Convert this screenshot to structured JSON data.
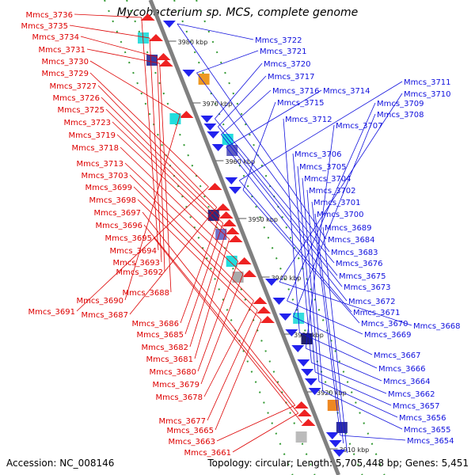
{
  "title": "Mycobacterium sp. MCS, complete genome",
  "footer": {
    "accession": "Accession: NC_008146",
    "summary": "Topology: circular; Length: 5,705,448 bp; Genes: 5,451"
  },
  "colors": {
    "left_label": "#dd0000",
    "right_label": "#1010dd",
    "backbone": "#808080",
    "dot": "#339933",
    "kbp_text": "#222222"
  },
  "scale_marks": [
    {
      "label": "3980 kbp"
    },
    {
      "label": "3970 kbp"
    },
    {
      "label": "3960 kbp"
    },
    {
      "label": "3950 kbp"
    },
    {
      "label": "3940 kbp"
    },
    {
      "label": "3930 kbp"
    },
    {
      "label": "3920 kbp"
    },
    {
      "label": "3910 kbp"
    }
  ],
  "left_genes": [
    "Mmcs_3736",
    "Mmcs_3735",
    "Mmcs_3734",
    "Mmcs_3731",
    "Mmcs_3730",
    "Mmcs_3729",
    "Mmcs_3727",
    "Mmcs_3726",
    "Mmcs_3725",
    "Mmcs_3723",
    "Mmcs_3719",
    "Mmcs_3718",
    "Mmcs_3713",
    "Mmcs_3703",
    "Mmcs_3699",
    "Mmcs_3698",
    "Mmcs_3697",
    "Mmcs_3696",
    "Mmcs_3695",
    "Mmcs_3694",
    "Mmcs_3693",
    "Mmcs_3692",
    "Mmcs_3688",
    "Mmcs_3690",
    "Mmcs_3691",
    "Mmcs_3687",
    "Mmcs_3686",
    "Mmcs_3685",
    "Mmcs_3682",
    "Mmcs_3681",
    "Mmcs_3680",
    "Mmcs_3679",
    "Mmcs_3678",
    "Mmcs_3677",
    "Mmcs_3665",
    "Mmcs_3663",
    "Mmcs_3661"
  ],
  "right_genes": [
    "Mmcs_3722",
    "Mmcs_3721",
    "Mmcs_3720",
    "Mmcs_3717",
    "Mmcs_3716",
    "Mmcs_3714",
    "Mmcs_3711",
    "Mmcs_3715",
    "Mmcs_3710",
    "Mmcs_3709",
    "Mmcs_3708",
    "Mmcs_3712",
    "Mmcs_3707",
    "Mmcs_3706",
    "Mmcs_3705",
    "Mmcs_3704",
    "Mmcs_3702",
    "Mmcs_3701",
    "Mmcs_3700",
    "Mmcs_3689",
    "Mmcs_3684",
    "Mmcs_3683",
    "Mmcs_3676",
    "Mmcs_3675",
    "Mmcs_3673",
    "Mmcs_3672",
    "Mmcs_3671",
    "Mmcs_3670",
    "Mmcs_3668",
    "Mmcs_3669",
    "Mmcs_3667",
    "Mmcs_3666",
    "Mmcs_3664",
    "Mmcs_3662",
    "Mmcs_3657",
    "Mmcs_3656",
    "Mmcs_3655",
    "Mmcs_3654"
  ]
}
